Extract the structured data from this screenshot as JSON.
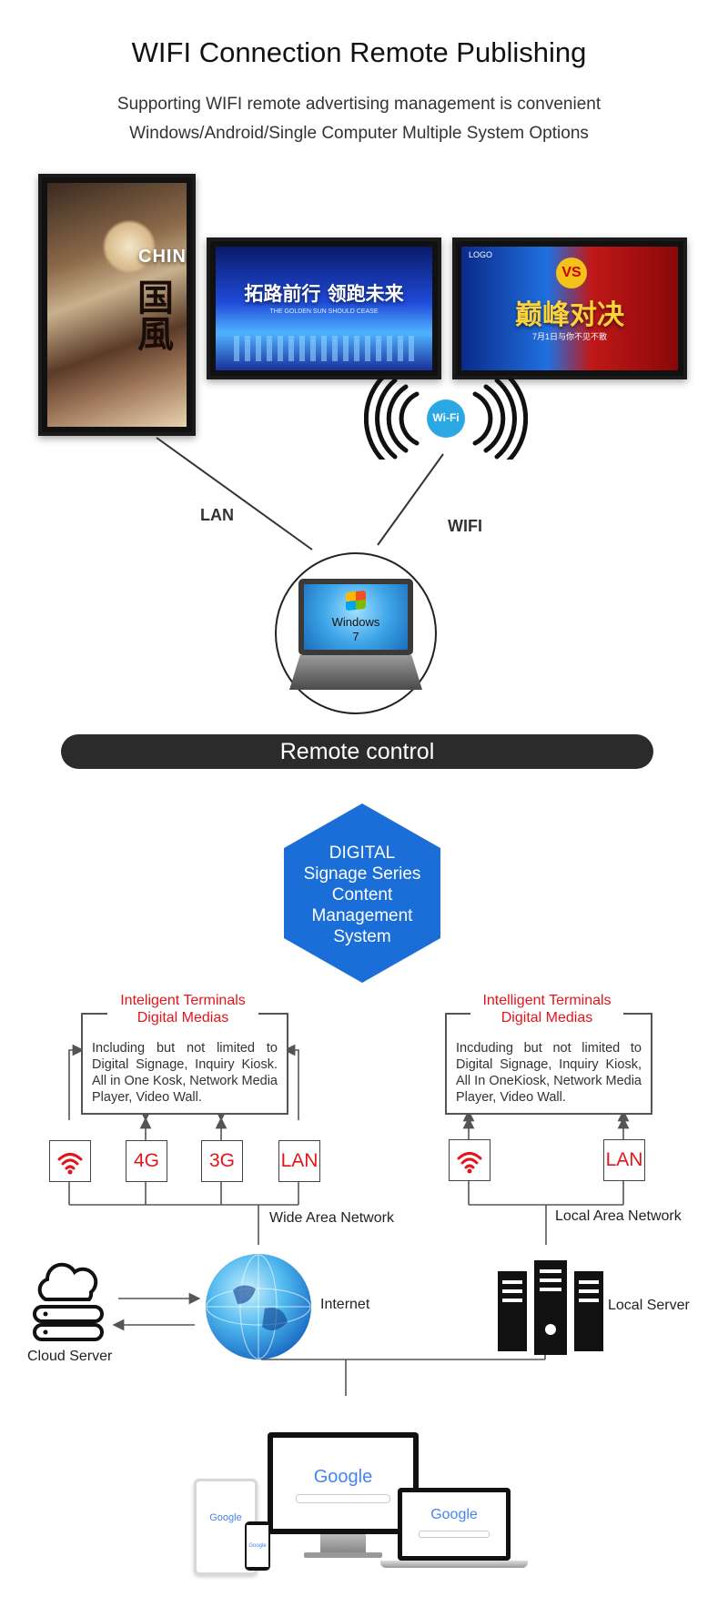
{
  "header": {
    "title": "WIFI Connection Remote Publishing",
    "subtitle_line1": "Supporting WIFI remote advertising management is convenient",
    "subtitle_line2": "Windows/Android/Single Computer Multiple System Options"
  },
  "screens": {
    "left_text_1": "CHINA",
    "left_text_2": "国風",
    "middle_text_1": "拓路前行 领跑未来",
    "middle_text_2": "THE GOLDEN SUN SHOULD CEASE",
    "right_vs": "VS",
    "right_text_1": "巅峰对决",
    "right_text_2": "7月1日与你不见不散",
    "right_logo": "LOGO"
  },
  "wifi_badge": "Wi-Fi",
  "links": {
    "lan": "LAN",
    "wifi": "WIFI"
  },
  "laptop": {
    "os_line1": "Windows",
    "os_line2": "7"
  },
  "remote_bar": "Remote control",
  "hexagon": {
    "line1": "DIGITAL",
    "line2": "Signage Series",
    "line3": "Content",
    "line4": "Management",
    "line5": "System"
  },
  "terminals_left": {
    "title_line1": "Inteligent Terminals",
    "title_line2": "Digital Medias",
    "body": "Including but not limited to Digital Signage, Inquiry Kiosk. All in One Kosk, Network Media Player, Video Wall."
  },
  "terminals_right": {
    "title_line1": "Intelligent Terminals",
    "title_line2": "Digital Medias",
    "body": "Incduding but not limited to Digital Signage, Inquiry Kiosk, All In OneKiosk, Network Media Player, Video Wall."
  },
  "network_types_left": {
    "g4": "4G",
    "g3": "3G",
    "lan": "LAN"
  },
  "network_types_right": {
    "lan": "LAN"
  },
  "labels": {
    "wan": "Wide Area Network",
    "lan_net": "Local Area Network",
    "internet": "Internet",
    "cloud": "Cloud Server",
    "local_server": "Local Server"
  },
  "devices": {
    "brand": "Google"
  }
}
